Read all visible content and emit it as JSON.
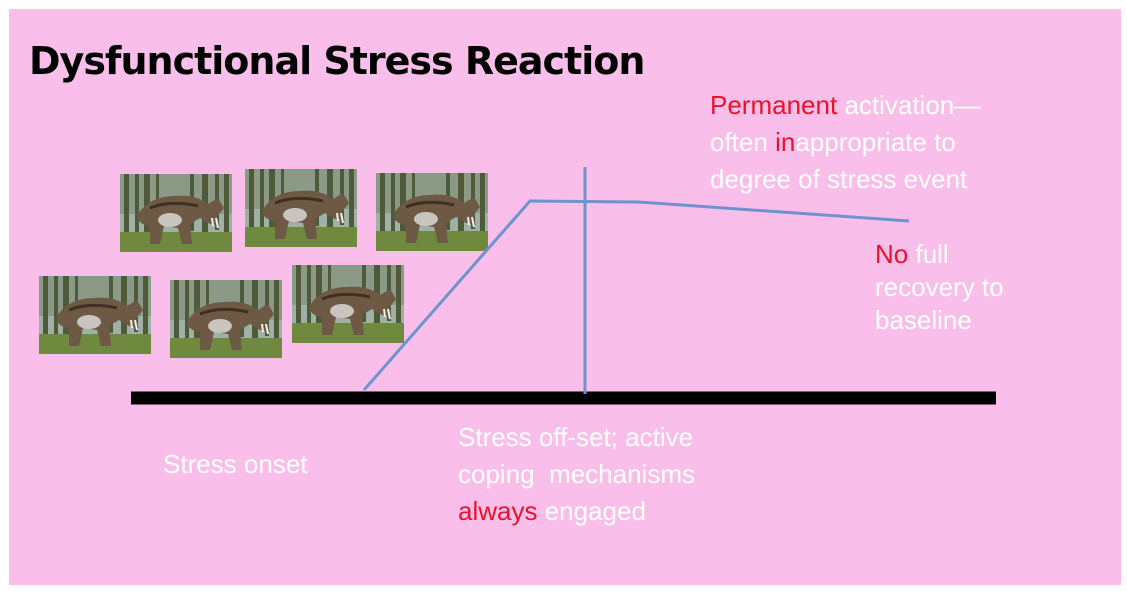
{
  "title": "Dysfunctional Stress Reaction",
  "annotations": {
    "top_right": [
      {
        "red": "Permanent",
        "white": " activation—"
      },
      {
        "white_pre": "often ",
        "red": "in",
        "white": "appropriate to"
      },
      {
        "white": "degree of stress event"
      }
    ],
    "right": [
      {
        "red": "No",
        "white": " full"
      },
      {
        "white": "recovery to"
      },
      {
        "white": "baseline"
      }
    ],
    "onset": "Stress onset",
    "offset": [
      {
        "white": "Stress off-set; active"
      },
      {
        "white": "coping  mechanisms"
      },
      {
        "red": "always",
        "white": " engaged"
      }
    ]
  },
  "images": {
    "subject": "saber-tooth creature in forest",
    "count": 6
  },
  "colors": {
    "background": "#f9bfea",
    "curve": "#6f93cd",
    "baseline": "#000000",
    "highlight": "#e8132a",
    "label": "#ffffff"
  }
}
